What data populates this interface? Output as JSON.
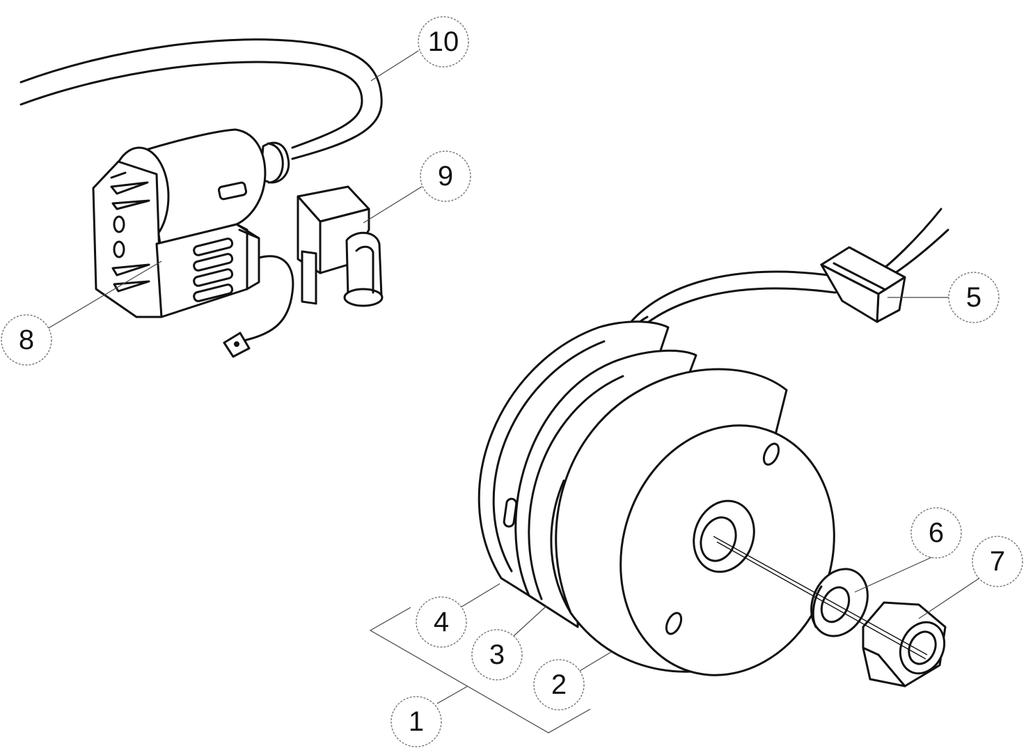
{
  "callouts": [
    {
      "id": "c1",
      "label": "1"
    },
    {
      "id": "c2",
      "label": "2"
    },
    {
      "id": "c3",
      "label": "3"
    },
    {
      "id": "c4",
      "label": "4"
    },
    {
      "id": "c5",
      "label": "5"
    },
    {
      "id": "c6",
      "label": "6"
    },
    {
      "id": "c7",
      "label": "7"
    },
    {
      "id": "c8",
      "label": "8"
    },
    {
      "id": "c9",
      "label": "9"
    },
    {
      "id": "c10",
      "label": "10"
    }
  ],
  "colors": {
    "ink": "#111111",
    "background": "#ffffff"
  }
}
